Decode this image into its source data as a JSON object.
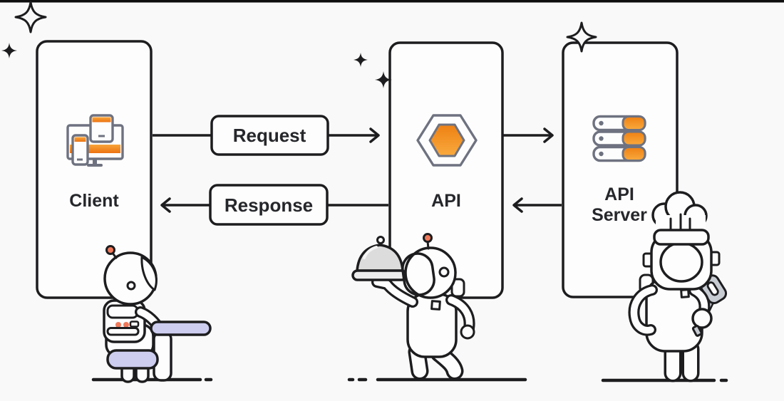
{
  "page": {
    "background_color": "#faf9f9",
    "top_edge_bar_color": "#0f0f0f"
  },
  "palette": {
    "outline": "#1d1d1f",
    "icon_gray": "#6e7280",
    "orange_top": "#ee8013",
    "orange_bottom": "#f9aa3e",
    "lavender": "#cdcdef",
    "coral": "#f0795a",
    "cloche_gray": "#dcdcdc",
    "plate_gray": "#ececec",
    "metal_gray": "#c7cbd2",
    "text_color": "#26272b"
  },
  "nodes": {
    "client": {
      "label": "Client",
      "icon": "devices-icon"
    },
    "api": {
      "label": "API",
      "icon": "hexagon-icon"
    },
    "api_server": {
      "label_line1": "API",
      "label_line2": "Server",
      "icon": "server-stack-icon"
    }
  },
  "flows": {
    "request": {
      "label": "Request"
    },
    "response": {
      "label": "Response"
    }
  },
  "decorations": {
    "characters": [
      "astronaut-sitting-at-desk",
      "astronaut-waiter-holding-cloche",
      "astronaut-chef-holding-spatula"
    ],
    "sparkle_count": 5
  }
}
